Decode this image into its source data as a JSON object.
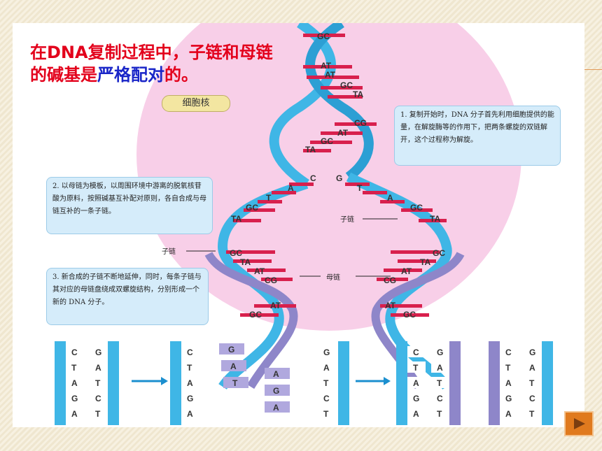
{
  "slide": {
    "title_part1": "在DNA复制过程中，子链和母链的碱基是",
    "title_part2": "严格配对",
    "title_part3": "的。"
  },
  "figure": {
    "nucleus_label": "细胞核",
    "step1": "1. 复制开始时，DNA 分子首先利用细胞提供的能量，在解旋酶等的作用下，把两条螺旋的双链解开，这个过程称为解旋。",
    "step2": "2. 以母链为模板，以周围环境中游离的脱氧核苷酸为原料，按照碱基互补配对原则，各自合成与母链互补的一条子链。",
    "step3": "3. 新合成的子链不断地延伸，同时，每条子链与其对应的母链盘绕成双螺旋结构，分别形成一个新的 DNA 分子。",
    "label_daughter_left": "子链",
    "label_daughter_right": "子链",
    "label_parent": "母链",
    "top_pairs": [
      "GC",
      "AT",
      "AT",
      "GC",
      "TA",
      "CG",
      "AT",
      "GC",
      "TA"
    ],
    "fork_left_bases": [
      "C",
      "A",
      "T",
      "GC",
      "TA"
    ],
    "fork_right_bases": [
      "G",
      "T",
      "A",
      "GC",
      "TA"
    ],
    "left_helix_pairs": [
      "GC",
      "TA",
      "AT",
      "CG",
      "AT",
      "GC"
    ],
    "right_helix_pairs": [
      "GC",
      "TA",
      "AT",
      "CG",
      "AT",
      "GC"
    ],
    "strip1": [
      [
        "C",
        "G"
      ],
      [
        "T",
        "A"
      ],
      [
        "A",
        "T"
      ],
      [
        "G",
        "C"
      ],
      [
        "A",
        "T"
      ]
    ],
    "strip2_left": [
      "C",
      "T",
      "A",
      "G",
      "A"
    ],
    "strip2_right": [
      "G",
      "A",
      "T"
    ],
    "strip3_free": [
      "A",
      "G",
      "A"
    ],
    "strip3_right": [
      "G",
      "A",
      "T",
      "C",
      "T"
    ],
    "strip4": [
      [
        "C",
        "G"
      ],
      [
        "T",
        "A"
      ],
      [
        "A",
        "T"
      ],
      [
        "G",
        "C"
      ],
      [
        "A",
        "T"
      ]
    ],
    "strip5": [
      [
        "C",
        "G"
      ],
      [
        "T",
        "A"
      ],
      [
        "A",
        "T"
      ],
      [
        "G",
        "C"
      ],
      [
        "A",
        "T"
      ]
    ]
  },
  "colors": {
    "title_red": "#e3001b",
    "title_blue": "#1a26c8",
    "nucleus": "#f8cfe8",
    "strand_blue": "#3fb6e6",
    "strand_purple": "#8e86c9"
  }
}
